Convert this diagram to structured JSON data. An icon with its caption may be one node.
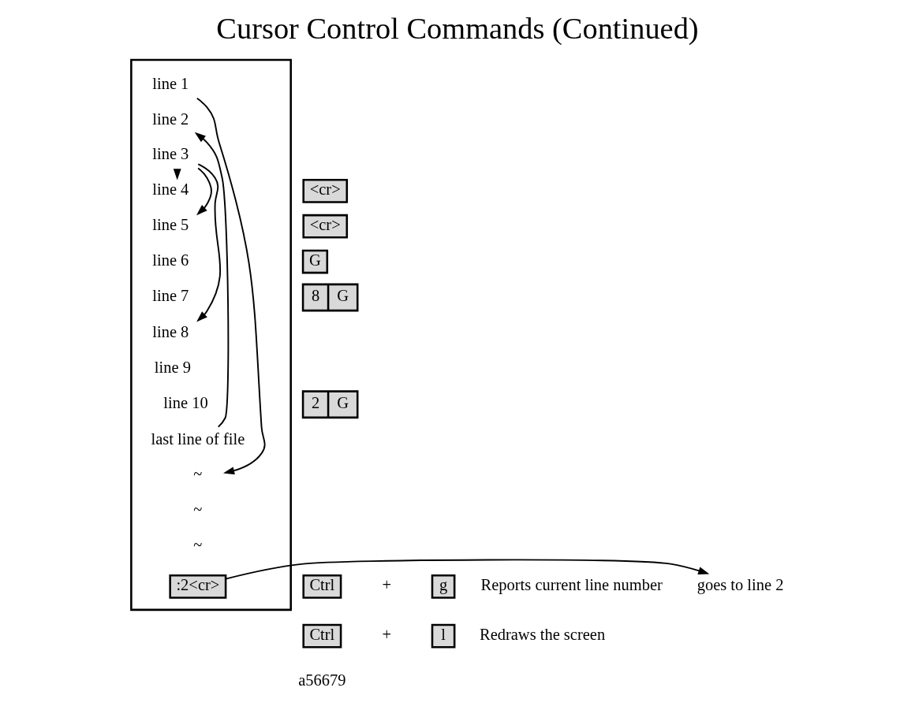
{
  "diagram": {
    "title": "Cursor Control Commands (Continued)",
    "nodes": [
      {
        "text": [],
        "shape": "box"
      },
      {
        "text": [
          "line 1"
        ],
        "in": 0
      },
      {
        "text": [
          "line 2"
        ],
        "in": 0
      },
      {
        "text": [
          "line 3"
        ],
        "in": 0
      },
      {
        "text": [
          "line 4"
        ],
        "in": 0
      },
      {
        "text": [
          "line 5"
        ],
        "in": 0
      },
      {
        "text": [
          "line 6"
        ],
        "in": 0
      },
      {
        "text": [
          "line 7"
        ],
        "in": 0
      },
      {
        "text": [
          "line 8"
        ],
        "in": 0
      },
      {
        "text": [
          "line 9"
        ],
        "in": 0
      },
      {
        "text": [
          "line 10"
        ],
        "in": 0
      },
      {
        "text": [
          "last line of file"
        ],
        "in": 0
      },
      {
        "text": [
          "~"
        ],
        "in": 0
      },
      {
        "text": [
          "~"
        ],
        "in": 0
      },
      {
        "text": [
          "~"
        ],
        "in": 0
      },
      {
        "text": [
          ":2<cr>"
        ],
        "in": 0
      },
      {
        "text": [
          "goes to line 2"
        ]
      },
      {
        "text": [
          "G"
        ]
      },
      {
        "text": [
          "<cr>"
        ]
      },
      {
        "text": [
          "<cr>"
        ]
      },
      {
        "text": [
          "8",
          "G"
        ]
      },
      {
        "text": [
          "2",
          "G"
        ]
      },
      {
        "text": [
          "Ctrl"
        ]
      },
      {
        "text": [
          "g"
        ]
      },
      {
        "text": [
          "Ctrl"
        ]
      },
      {
        "text": [
          "l"
        ]
      }
    ],
    "edges": [
      {
        "from": 1,
        "to": 12,
        "arrow": "to"
      },
      {
        "from": 11,
        "to": 2,
        "arrow": "to"
      },
      {
        "from": 3,
        "to": 4,
        "arrow": "to"
      },
      {
        "from": 3,
        "to": 5,
        "arrow": "to"
      },
      {
        "from": 3,
        "to": 8,
        "arrow": "to"
      },
      {
        "from": 15,
        "to": 16,
        "arrow": "to"
      }
    ],
    "labels": [
      "+",
      "Reports current line number",
      "+",
      "Redraws the screen",
      "a56679"
    ]
  }
}
